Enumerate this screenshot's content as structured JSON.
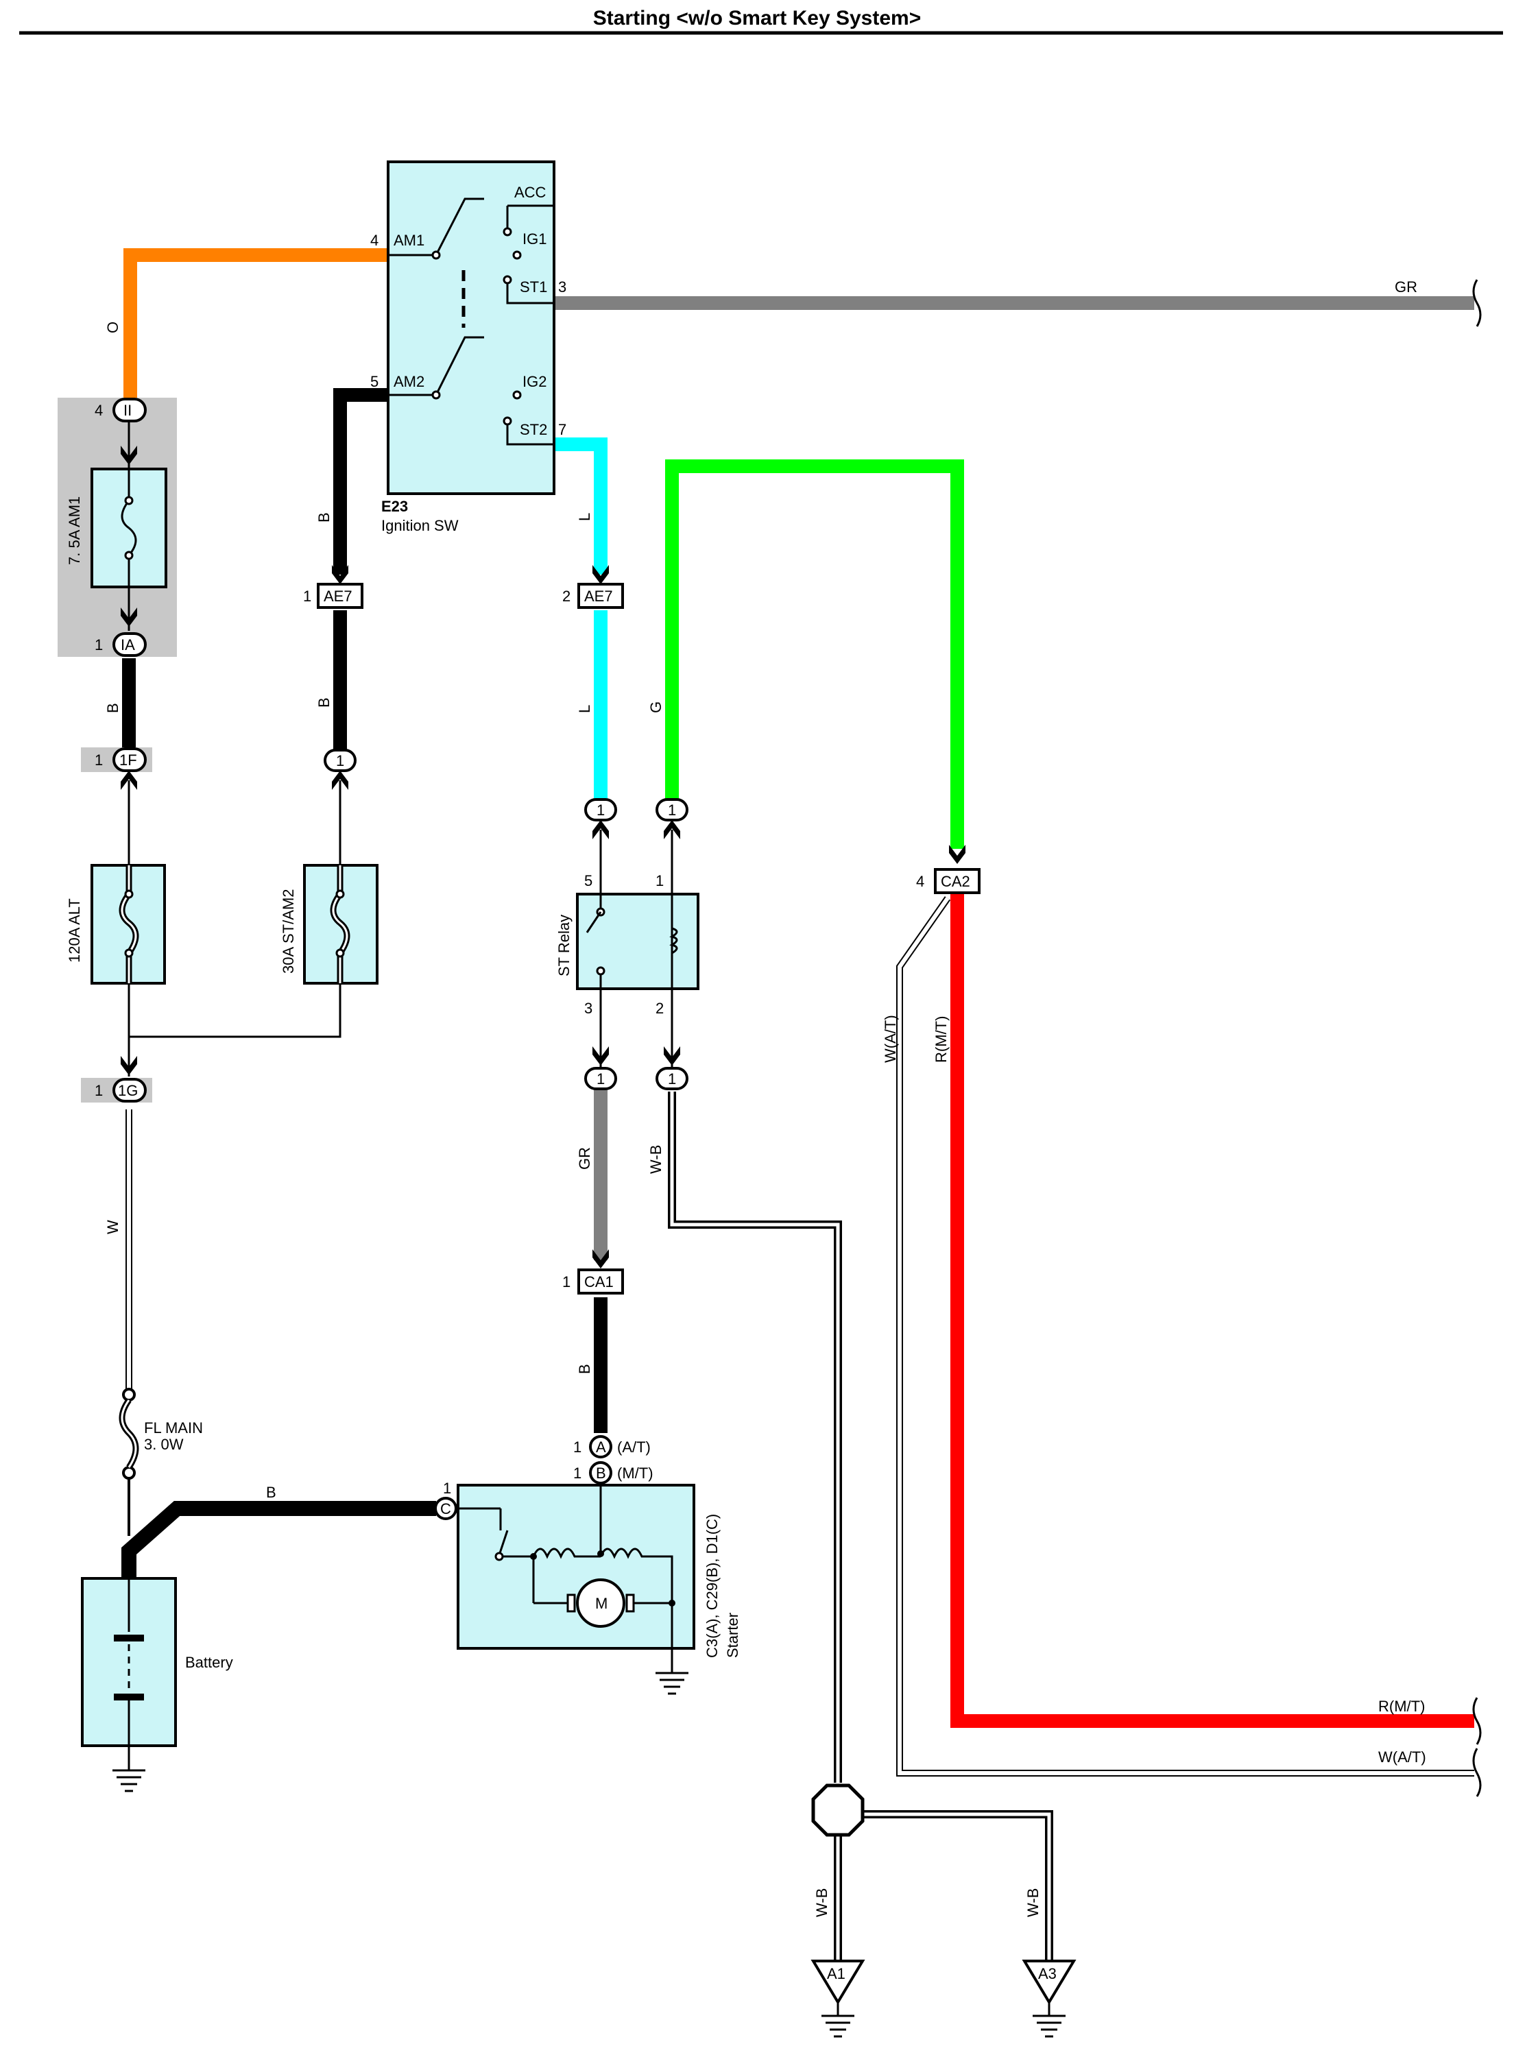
{
  "page_title": "Starting <w/o Smart Key System>",
  "ignition_switch": {
    "ref": "E23",
    "name": "Ignition SW",
    "terminals": [
      "AM1",
      "AM2",
      "ACC",
      "IG1",
      "ST1",
      "IG2",
      "ST2"
    ],
    "pin_numbers": [
      "4",
      "5",
      "3",
      "7"
    ]
  },
  "fuses": {
    "am1": "7. 5A AM1",
    "alt": "120A ALT",
    "st_am2": "30A ST/AM2",
    "fl_main_line1": "FL MAIN",
    "fl_main_line2": "3. 0W"
  },
  "connectors": {
    "ii": "II",
    "ia": "IA",
    "f1": "1F",
    "g1": "1G",
    "ae7": "AE7",
    "ca1": "CA1",
    "ca2": "CA2",
    "one": "1",
    "a": "A",
    "b": "B",
    "c": "C",
    "at": "(A/T)",
    "mt": "(M/T)"
  },
  "pins": [
    "1",
    "2",
    "3",
    "4",
    "5"
  ],
  "wire_colors": {
    "O": "O",
    "B": "B",
    "L": "L",
    "G": "G",
    "GR": "GR",
    "W": "W",
    "WB": "W-B",
    "RMT": "R(M/T)",
    "WAT": "W(A/T)"
  },
  "st_relay": "ST Relay",
  "starter": {
    "line1": "C3(A), C29(B), D1(C)",
    "line2": "Starter",
    "motor": "M"
  },
  "battery": "Battery",
  "grounds": [
    "A1",
    "A3"
  ],
  "colors": {
    "orange": "#ff8000",
    "black": "#000000",
    "cyan": "#00ffff",
    "green": "#00ff00",
    "gray": "#808080",
    "red": "#ff0000",
    "component_fill": "#ccf5f7",
    "fuse_block": "#c8c8c8"
  }
}
